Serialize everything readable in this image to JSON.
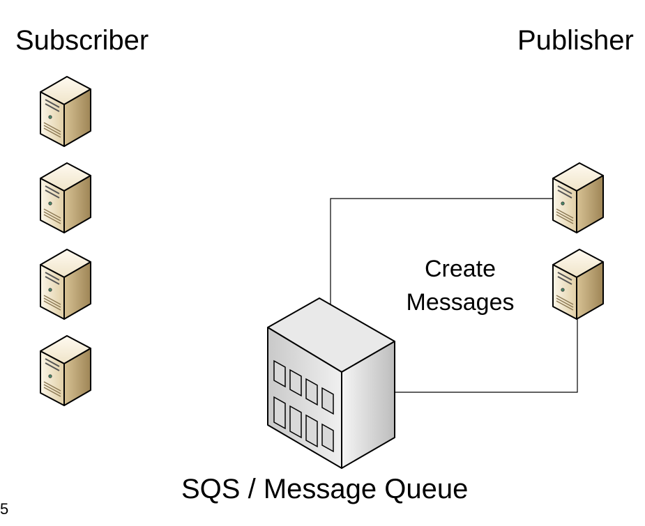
{
  "labels": {
    "subscriber": "Subscriber",
    "publisher": "Publisher",
    "queue": "SQS / Message Queue",
    "action_line1": "Create",
    "action_line2": "Messages",
    "slide_number": "5"
  },
  "icons": {
    "subscriber_servers": [
      "server-icon",
      "server-icon",
      "server-icon",
      "server-icon"
    ],
    "publisher_servers": [
      "server-icon",
      "server-icon"
    ],
    "queue": "building-icon"
  },
  "colors": {
    "server_body": "#eadcbf",
    "server_shadow": "#b9a47a",
    "building_light": "#f2f2f2",
    "building_dark": "#a9a9a9",
    "connector": "#000000"
  }
}
